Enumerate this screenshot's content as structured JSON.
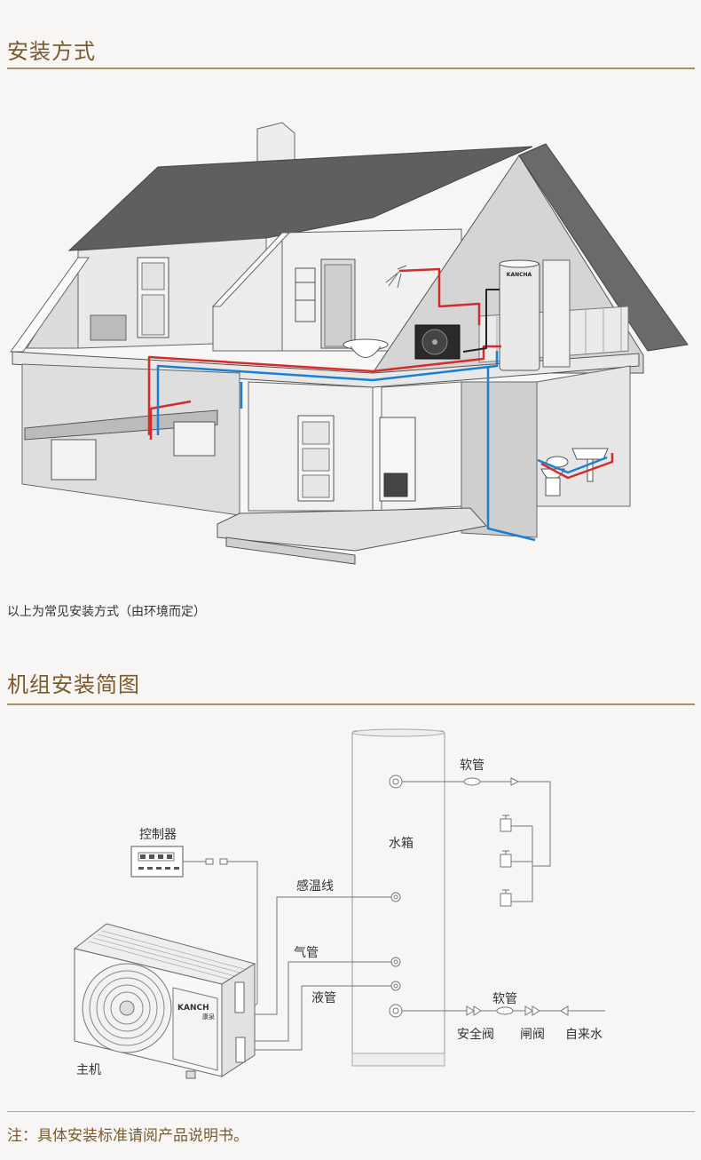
{
  "section1": {
    "title": "安装方式",
    "caption": "以上为常见安装方式（由环境而定）",
    "heater_brand": "KANCHA"
  },
  "section2": {
    "title": "机组安装简图",
    "labels": {
      "tank": "水箱",
      "soft_pipe_top": "软管",
      "controller": "控制器",
      "sensor_wire": "感温线",
      "gas_pipe": "气管",
      "liquid_pipe": "液管",
      "soft_pipe_bottom": "软管",
      "safety_valve": "安全阀",
      "gate_valve": "闸阀",
      "tap_water": "自来水",
      "main_unit": "主机",
      "unit_brand": "KANCH",
      "unit_brand_cn": "康泉"
    }
  },
  "footer": {
    "note": "注：具体安装标准请阅产品说明书。"
  },
  "colors": {
    "accent": "#7a5a2e",
    "rule": "#a89063",
    "hot_pipe": "#d52b2b",
    "cold_pipe": "#1c7fd1"
  }
}
